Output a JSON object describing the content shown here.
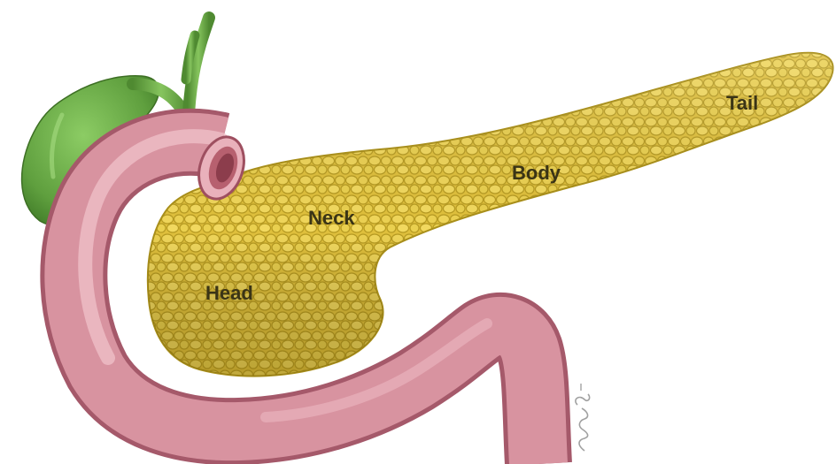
{
  "labels": {
    "head": "Head",
    "neck": "Neck",
    "body": "Body",
    "tail": "Tail"
  },
  "colors": {
    "pancreas": "#e3c43f",
    "pancreas_shadow": "#b59a1e",
    "duodenum": "#d998a4",
    "duodenum_shadow": "#a65a6a",
    "gallbladder": "#6fae4a",
    "bile_duct": "#5d9c3c",
    "label_text": "#3a3416"
  },
  "structures": [
    "gallbladder",
    "common-bile-duct",
    "duodenum",
    "pancreas-head",
    "pancreas-neck",
    "pancreas-body",
    "pancreas-tail",
    "artist-signature"
  ]
}
